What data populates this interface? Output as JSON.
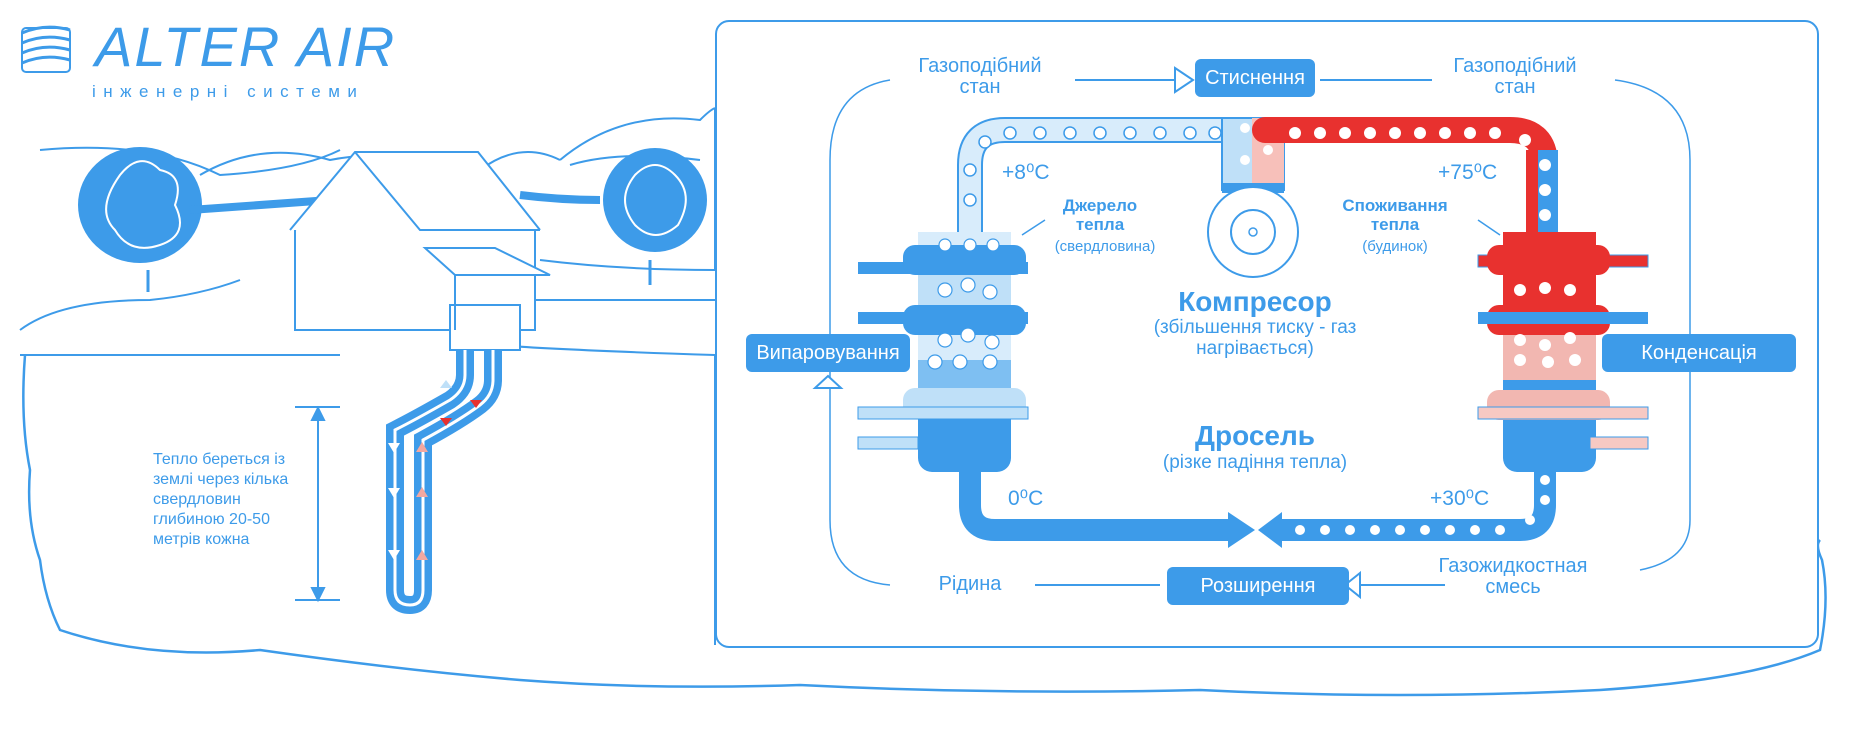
{
  "brand": {
    "name": "ALTER AIR",
    "tagline": "інженерні системи"
  },
  "colors": {
    "blue": "#3d9be9",
    "light_blue": "#bfe0f8",
    "red": "#e8312f",
    "pink": "#f2b7b1"
  },
  "diagram": {
    "top_left_state": "Газоподібний стан",
    "top_right_state": "Газоподібний стан",
    "compression_label": "Стиснення",
    "evaporation_label": "Випаровування",
    "condensation_label": "Конденсація",
    "expansion_label": "Розширення",
    "liquid_label": "Рідина",
    "mixture_label": "Газожидкостная смесь",
    "compressor_title": "Компресор",
    "compressor_subtitle": "(збільшення тиску - газ нагрівається)",
    "throttle_title": "Дросель",
    "throttle_subtitle": "(різке падіння тепла)",
    "source_title": "Джерело тепла",
    "source_subtitle": "(свердловина)",
    "consumer_title": "Споживання тепла",
    "consumer_subtitle": "(будинок)",
    "temp_plus8": "+8⁰C",
    "temp_plus75": "+75⁰C",
    "temp_zero": "0⁰C",
    "temp_plus30": "+30⁰C"
  },
  "note": "Тепло береться із землі через кілька свердловин глибиною 20-50 метрів кожна"
}
